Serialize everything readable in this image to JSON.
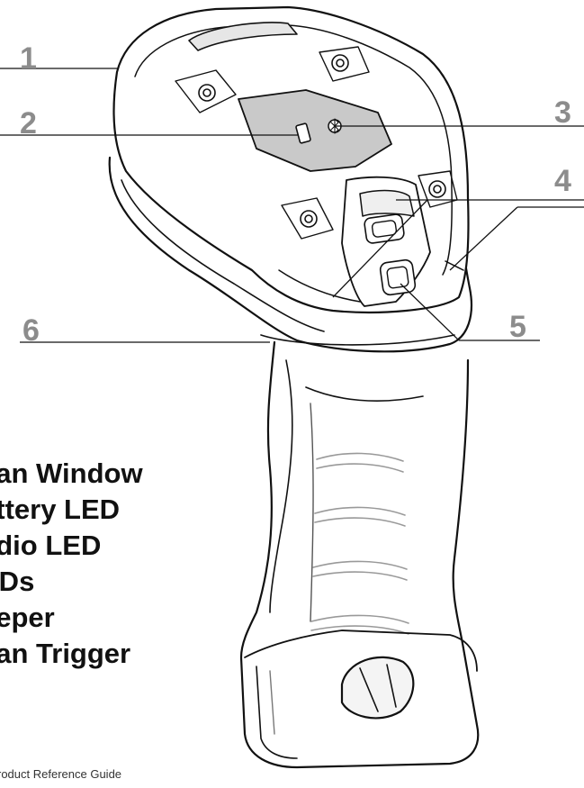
{
  "callouts": {
    "c1": "1",
    "c2": "2",
    "c3": "3",
    "c4": "4",
    "c5": "5",
    "c6": "6"
  },
  "legend": [
    "can Window",
    "attery LED",
    "adio LED",
    "EDs",
    "eeper",
    "can Trigger"
  ],
  "footer": "roduct Reference Guide"
}
